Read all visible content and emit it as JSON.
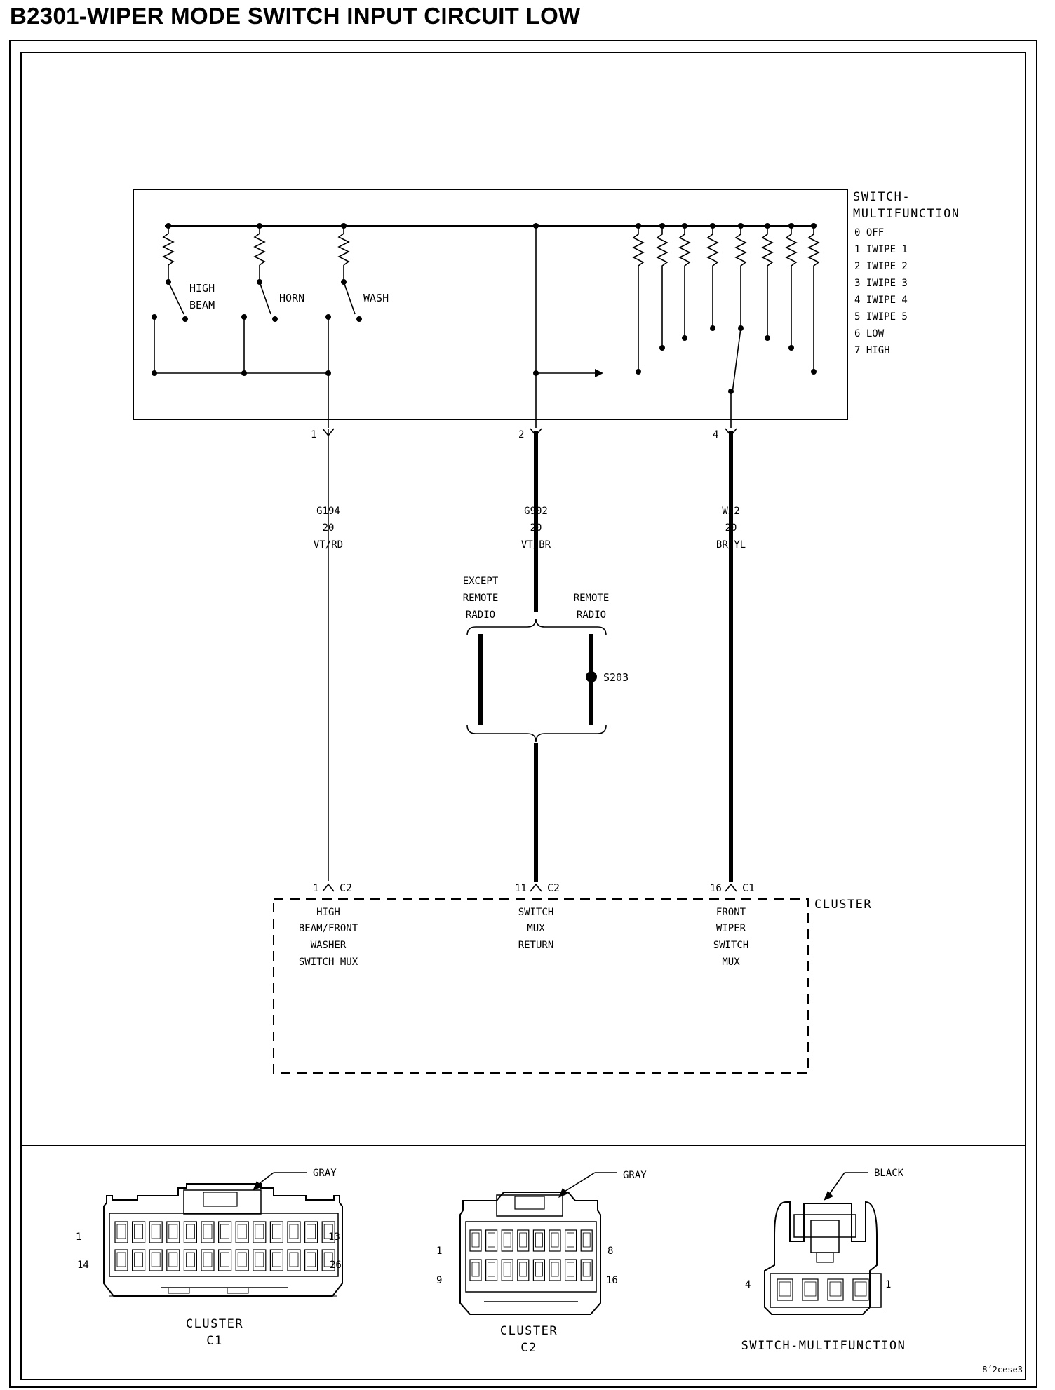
{
  "title": "B2301-WIPER MODE SWITCH INPUT CIRCUIT LOW",
  "switch_component": {
    "name_line1": "SWITCH-",
    "name_line2": "MULTIFUNCTION",
    "positions": [
      "0 OFF",
      "1 IWIPE 1",
      "2 IWIPE 2",
      "3 IWIPE 3",
      "4 IWIPE 4",
      "5 IWIPE 5",
      "6 LOW",
      "7 HIGH"
    ],
    "high_beam_line1": "HIGH",
    "high_beam_line2": "BEAM",
    "horn": "HORN",
    "wash": "WASH"
  },
  "pins_top": [
    "1",
    "2",
    "4"
  ],
  "wires": [
    {
      "circuit": "G194",
      "gauge": "20",
      "color": "VT/RD"
    },
    {
      "circuit": "G902",
      "gauge": "20",
      "color": "VT/BR"
    },
    {
      "circuit": "W52",
      "gauge": "20",
      "color": "BR/YL"
    }
  ],
  "option_left": [
    "EXCEPT",
    "REMOTE",
    "RADIO"
  ],
  "option_right": [
    "REMOTE",
    "RADIO"
  ],
  "splice": "S203",
  "cluster": {
    "name": "CLUSTER",
    "pins": [
      {
        "pin": "1",
        "connector": "C2",
        "label": [
          "HIGH",
          "BEAM/FRONT",
          "WASHER",
          "SWITCH MUX"
        ]
      },
      {
        "pin": "11",
        "connector": "C2",
        "label": [
          "SWITCH",
          "MUX",
          "RETURN"
        ]
      },
      {
        "pin": "16",
        "connector": "C1",
        "label": [
          "FRONT",
          "WIPER",
          "SWITCH",
          "MUX"
        ]
      }
    ]
  },
  "connectors": [
    {
      "color": "GRAY",
      "name_line1": "CLUSTER",
      "name_line2": "C1",
      "pin_tl": "1",
      "pin_tr": "13",
      "pin_bl": "14",
      "pin_br": "26"
    },
    {
      "color": "GRAY",
      "name_line1": "CLUSTER",
      "name_line2": "C2",
      "pin_tl": "1",
      "pin_tr": "8",
      "pin_bl": "9",
      "pin_br": "16"
    },
    {
      "color": "BLACK",
      "name_line1": "SWITCH-MULTIFUNCTION",
      "pin_left": "4",
      "pin_right": "1"
    }
  ],
  "figure_id": "8´2cese3"
}
